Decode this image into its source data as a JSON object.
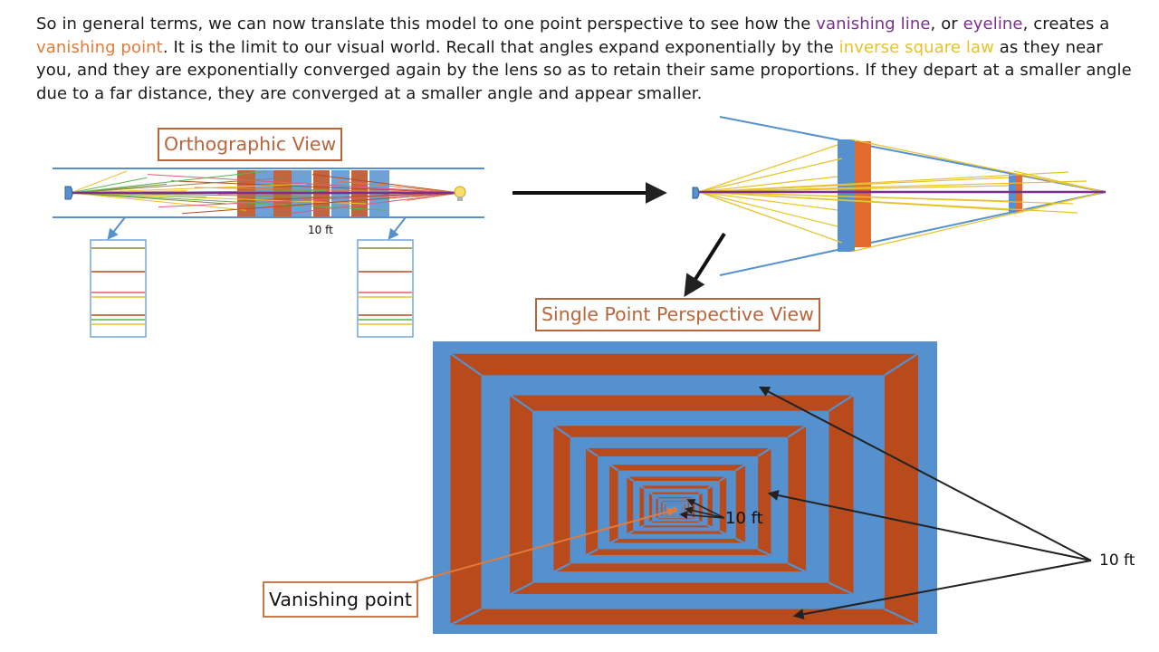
{
  "paragraph": {
    "p1": "So in general terms, we can now translate this model to one point perspective to see how the ",
    "vanishing_line": "vanishing line",
    "p2": ", or ",
    "eyeline": "eyeline",
    "p3": ", creates a ",
    "vanishing_point": "vanishing point",
    "p4": ".  It is the limit to our visual world.  Recall that angles expand exponentially by the ",
    "inverse_square_law": "inverse square law",
    "p5": " as they near you, and they are exponentially converged again by the lens so as to retain their same proportions.  If they depart at a smaller angle due to a far distance, they are converged at a smaller angle and appear smaller."
  },
  "labels": {
    "orthographic_view": "Orthographic View",
    "single_point_perspective_view": "Single Point Perspective View",
    "vanishing_point": "Vanishing point",
    "ten_ft_ortho": "10 ft",
    "ten_ft_center": "10 ft",
    "ten_ft_right": "10 ft"
  },
  "colors": {
    "blue": "#5591cf",
    "orange": "#b84a1c",
    "label_border": "#b8653b",
    "purple": "#7a2e8e",
    "yellow": "#e8c22a",
    "orange_text": "#e07b3c"
  }
}
